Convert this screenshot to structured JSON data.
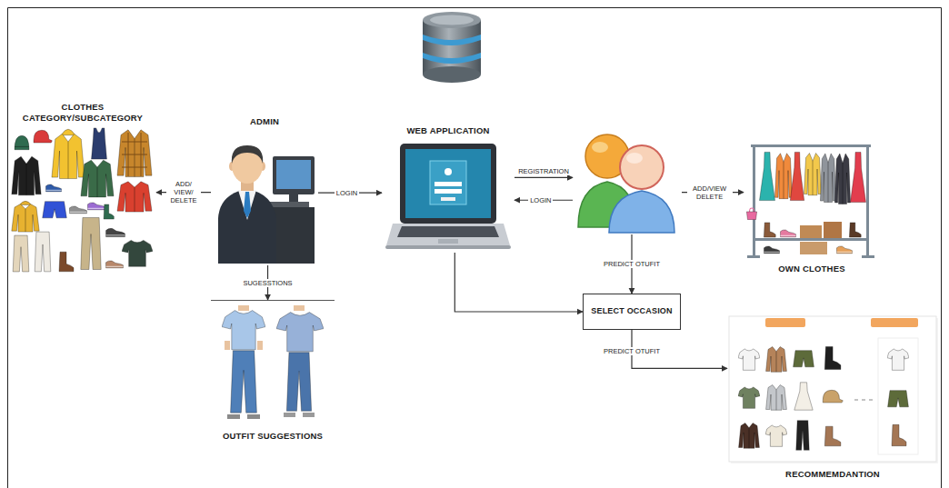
{
  "diagram": {
    "nodes": [
      {
        "text": [
          "CLOTHES CATEGORY/SUBCATEGORY"
        ]
      },
      {
        "text": [
          "ADMIN"
        ]
      },
      {
        "text": [
          "WEB APPLICATION"
        ]
      },
      {
        "text": []
      },
      {
        "text": [
          "OWN CLOTHES"
        ]
      },
      {
        "text": [
          "OUTFIT SUGGESTIONS"
        ]
      },
      {
        "text": [
          "SELECT OCCASION"
        ]
      },
      {
        "text": [
          "RECOMMEMDANTION"
        ]
      }
    ],
    "edges": [
      {
        "from": 1,
        "to": 0,
        "arrow": "to",
        "label": "ADD/ VIEW/ DELETE"
      },
      {
        "from": 1,
        "to": 2,
        "arrow": "to",
        "label": "LOGIN"
      },
      {
        "from": 2,
        "to": 3,
        "arrow": "to",
        "label": "REGISTRATION"
      },
      {
        "from": 3,
        "to": 2,
        "arrow": "to",
        "label": "LOGIN"
      },
      {
        "from": 3,
        "to": 4,
        "arrow": "to",
        "label": "ADD/VIEW DELETE"
      },
      {
        "from": 1,
        "to": 5,
        "arrow": "to",
        "label": "SUGESSTIONS"
      },
      {
        "from": 3,
        "to": 6,
        "arrow": "to",
        "label": "PREDICT OTUFIT"
      },
      {
        "from": 2,
        "to": 6,
        "arrow": "to"
      },
      {
        "from": 6,
        "to": 7,
        "arrow": "to",
        "label": "PREDICT OTUFIT"
      }
    ]
  }
}
